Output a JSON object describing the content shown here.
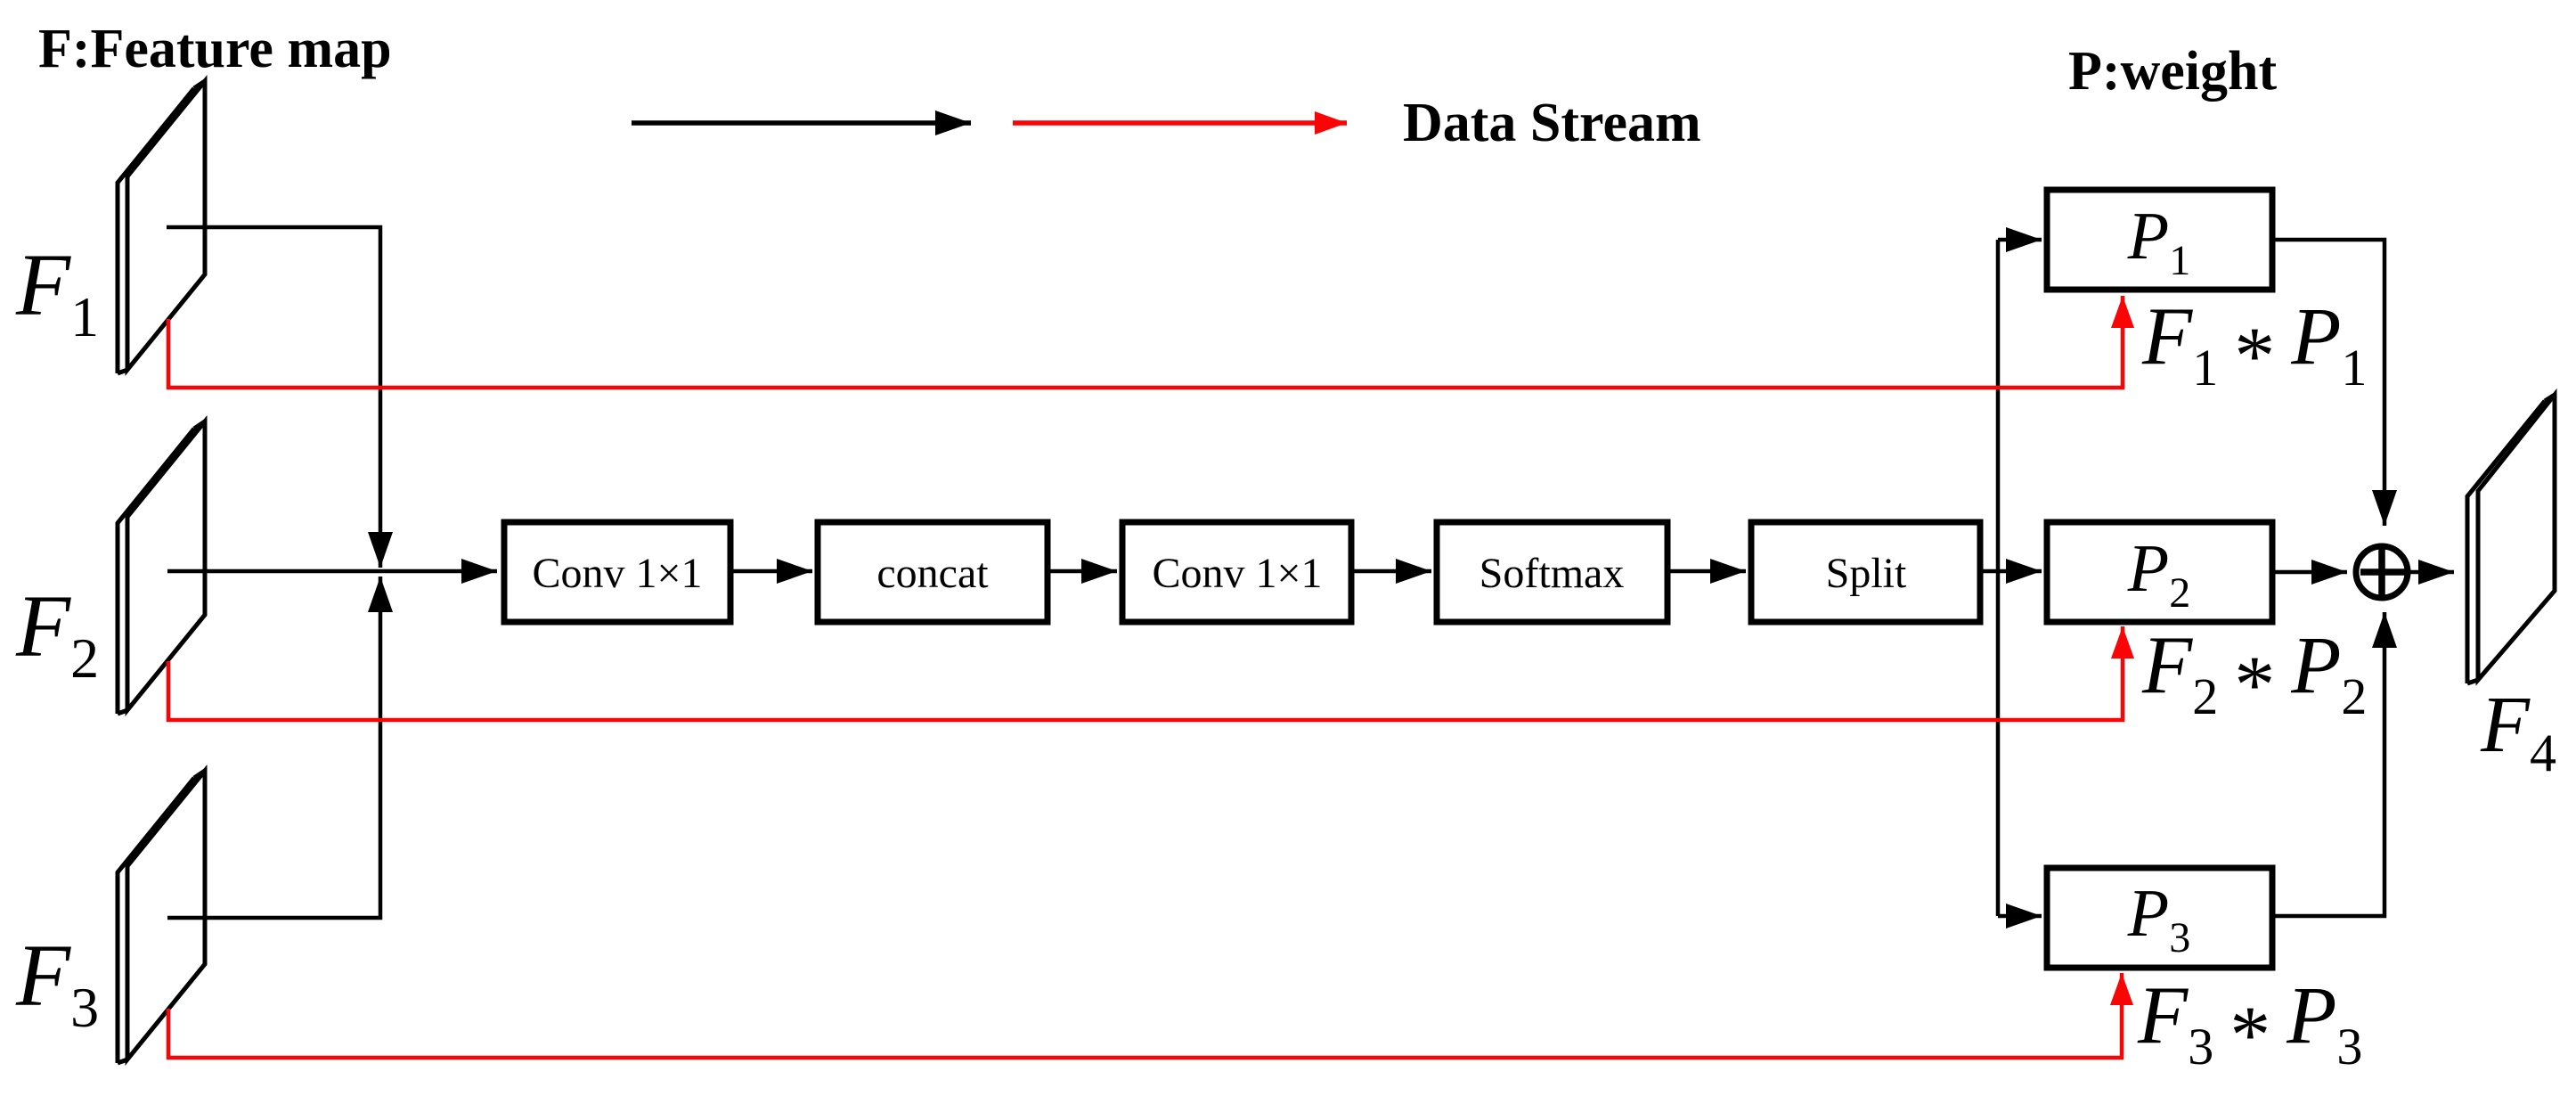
{
  "diagram": {
    "title_left": "F:Feature map",
    "title_right": "P:weight",
    "legend_label": "Data Stream",
    "colors": {
      "line_black": "#000000",
      "stream_red": "#f90505",
      "background": "#ffffff",
      "box_fill": "#ffffff"
    },
    "feature_maps": [
      {
        "base": "F",
        "sub": "1"
      },
      {
        "base": "F",
        "sub": "2"
      },
      {
        "base": "F",
        "sub": "3"
      }
    ],
    "output_map": {
      "base": "F",
      "sub": "4"
    },
    "pipeline_boxes": [
      "Conv 1×1",
      "concat",
      "Conv 1×1",
      "Softmax",
      "Split"
    ],
    "weight_boxes": [
      {
        "base": "P",
        "sub": "1"
      },
      {
        "base": "P",
        "sub": "2"
      },
      {
        "base": "P",
        "sub": "3"
      }
    ],
    "products": [
      {
        "f": "F",
        "fsub": "1",
        "op": "*",
        "p": "P",
        "psub": "1"
      },
      {
        "f": "F",
        "fsub": "2",
        "op": "*",
        "p": "P",
        "psub": "2"
      },
      {
        "f": "F",
        "fsub": "3",
        "op": "*",
        "p": "P",
        "psub": "3"
      }
    ]
  }
}
